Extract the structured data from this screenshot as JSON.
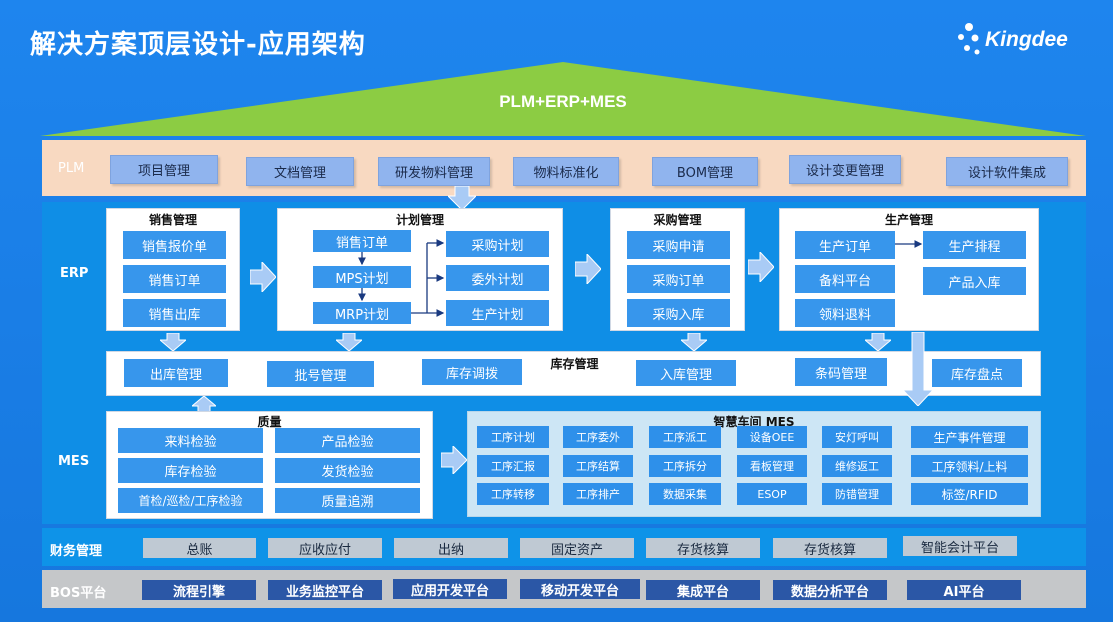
{
  "title": "解决方案顶层设计-应用架构",
  "logo": {
    "text": "Kingdee"
  },
  "roof": {
    "label": "PLM+ERP+MES",
    "color": "#8ccc43"
  },
  "plm": {
    "label": "PLM",
    "items": [
      "项目管理",
      "文档管理",
      "研发物料管理",
      "物料标准化",
      "BOM管理",
      "设计变更管理",
      "设计软件集成"
    ]
  },
  "erp": {
    "label": "ERP",
    "sales": {
      "title": "销售管理",
      "items": [
        "销售报价单",
        "销售订单",
        "销售出库"
      ]
    },
    "plan": {
      "title": "计划管理",
      "left": [
        "销售订单",
        "MPS计划",
        "MRP计划"
      ],
      "right": [
        "采购计划",
        "委外计划",
        "生产计划"
      ]
    },
    "purchase": {
      "title": "采购管理",
      "items": [
        "采购申请",
        "采购订单",
        "采购入库"
      ]
    },
    "production": {
      "title": "生产管理",
      "left": [
        "生产订单",
        "备料平台",
        "领料退料"
      ],
      "right": [
        "生产排程",
        "产品入库"
      ]
    },
    "inventory": {
      "title": "库存管理",
      "items": [
        "出库管理",
        "批号管理",
        "库存调拨",
        "入库管理",
        "条码管理",
        "库存盘点"
      ]
    }
  },
  "mes": {
    "label": "MES",
    "quality": {
      "title": "质量",
      "items": [
        "来料检验",
        "产品检验",
        "库存检验",
        "发货检验",
        "首检/巡检/工序检验",
        "质量追溯"
      ]
    },
    "workshop": {
      "title": "智慧车间 MES",
      "rows": [
        [
          "工序计划",
          "工序委外",
          "工序派工",
          "设备OEE",
          "安灯呼叫",
          "生产事件管理"
        ],
        [
          "工序汇报",
          "工序结算",
          "工序拆分",
          "看板管理",
          "维修返工",
          "工序领料/上料"
        ],
        [
          "工序转移",
          "工序排产",
          "数据采集",
          "ESOP",
          "防错管理",
          "标签/RFID"
        ]
      ]
    }
  },
  "finance": {
    "label": "财务管理",
    "items": [
      "总账",
      "应收应付",
      "出纳",
      "固定资产",
      "存货核算",
      "存货核算",
      "智能会计平台"
    ]
  },
  "bos": {
    "label": "BOS平台",
    "items": [
      "流程引擎",
      "业务监控平台",
      "应用开发平台",
      "移动开发平台",
      "集成平台",
      "数据分析平台",
      "AI平台"
    ]
  }
}
